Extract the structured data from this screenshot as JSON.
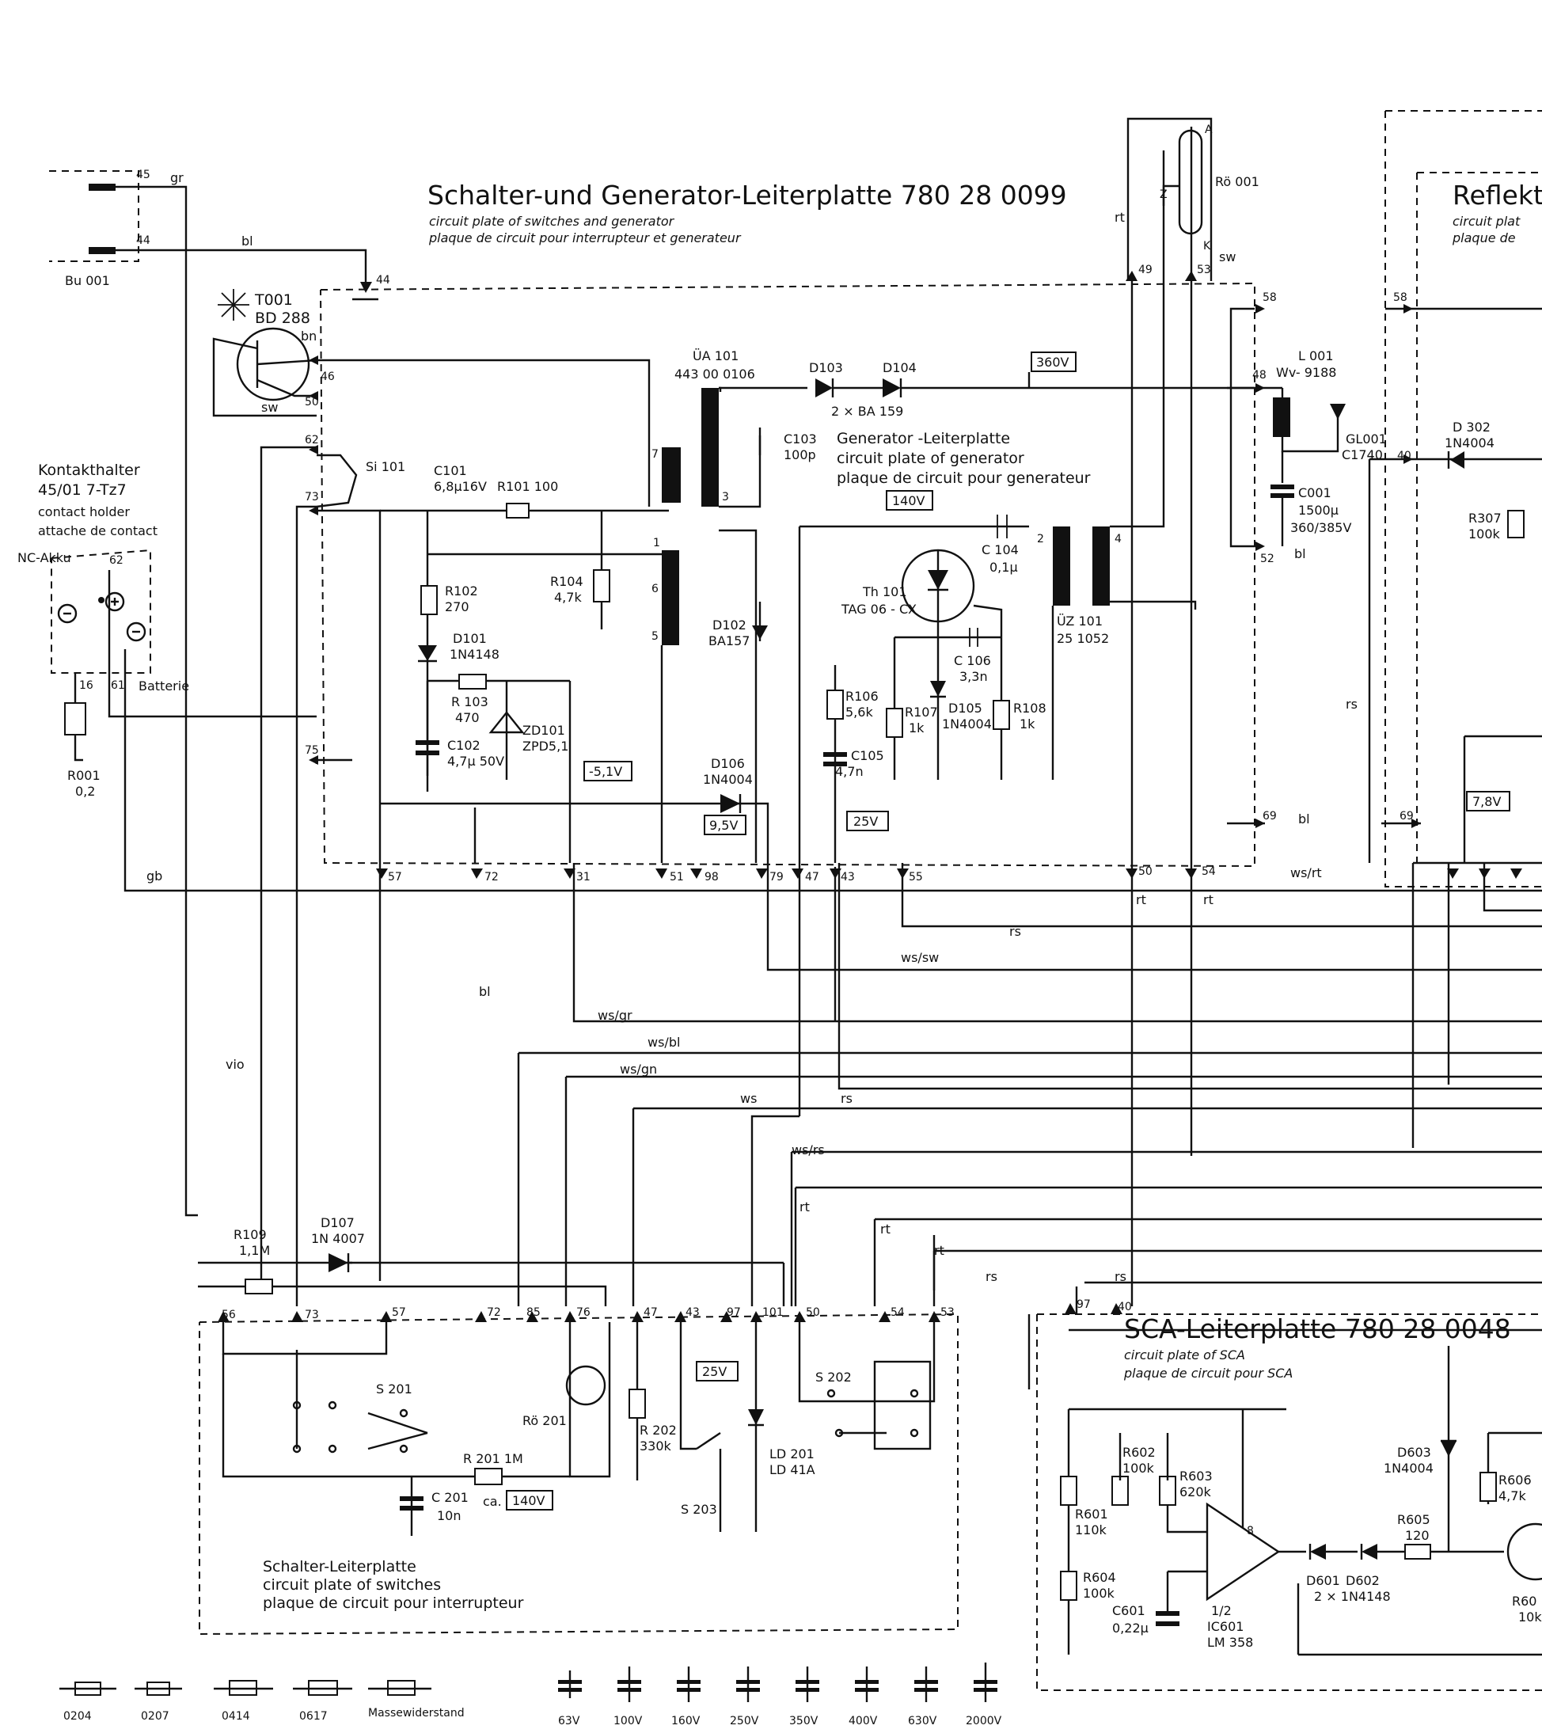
{
  "titles": {
    "generator_board": "Schalter-und Generator-Leiterplatte 780 28 0099",
    "generator_board_en": "circuit plate of switches and generator",
    "generator_board_fr": "plaque de circuit pour interrupteur et generateur",
    "generator_sub": "Generator -Leiterplatte",
    "generator_sub_en": "circuit plate of generator",
    "generator_sub_fr": "plaque de circuit pour generateur",
    "reflector_board": "Reflekt",
    "reflector_board_en": "circuit plat",
    "reflector_board_fr": "plaque de",
    "sca_board": "SCA-Leiterplatte 780 28 0048",
    "sca_board_en": "circuit plate of SCA",
    "sca_board_fr": "plaque de circuit pour SCA",
    "switch_board": "Schalter-Leiterplatte",
    "switch_board_en": "circuit plate of switches",
    "switch_board_fr": "plaque de circuit pour interrupteur"
  },
  "contact_holder": {
    "title": "Kontakthalter",
    "part": "45/01 7-Tz7",
    "en": "contact holder",
    "fr": "attache de contact",
    "accu": "NC-Akku",
    "battery": "Batterie"
  },
  "components": {
    "bu001": "Bu 001",
    "t001": "T001",
    "t001_type": "BD 288",
    "si101": "Si 101",
    "c101": "C101",
    "c101_val": "6,8µ16V",
    "r101": "R101 100",
    "ua101": "ÜA 101",
    "ua101_part": "443 00 0106",
    "d103": "D103",
    "d104": "D104",
    "d103_104_type": "2 × BA 159",
    "c103": "C103",
    "c103_val": "100p",
    "r104": "R104",
    "r104_val": "4,7k",
    "r102": "R102",
    "r102_val": "270",
    "d101": "D101",
    "d101_type": "1N4148",
    "r103": "R 103",
    "r103_val": "470",
    "c102": "C102",
    "c102_val": "4,7µ 50V",
    "zd101": "ZD101",
    "zd101_type": "ZPD5,1",
    "d102": "D102",
    "d102_type": "BA157",
    "d106": "D106",
    "d106_type": "1N4004",
    "th101": "Th 101",
    "th101_type": "TAG 06 - CX",
    "c104": "C 104",
    "c104_val": "0,1µ",
    "uz101": "ÜZ 101",
    "uz101_part": "25 1052",
    "c106": "C 106",
    "c106_val": "3,3n",
    "r106": "R106",
    "r106_val": "5,6k",
    "r107": "R107",
    "r107_val": "1k",
    "d105": "D105",
    "d105_type": "1N4004",
    "r108": "R108",
    "r108_val": "1k",
    "c105": "C105",
    "c105_val": "4,7n",
    "ro001": "Rö 001",
    "l001": "L 001",
    "l001_part": "Wv- 9188",
    "gl001": "GL001",
    "gl001_part": "C1740",
    "c001": "C001",
    "c001_val": "1500µ",
    "c001_volt": "360/385V",
    "d302": "D 302",
    "d302_type": "1N4004",
    "r307": "R307",
    "r307_val": "100k",
    "r001": "R001",
    "r001_val": "0,2",
    "r109": "R109",
    "r109_val": "1,1M",
    "d107": "D107",
    "d107_type": "1N 4007",
    "s201": "S 201",
    "ro201": "Rö 201",
    "r201": "R 201 1M",
    "c201": "C 201",
    "c201_val": "10n",
    "ca": "ca.",
    "r202": "R 202",
    "r202_val": "330k",
    "s203": "S 203",
    "ld201": "LD 201",
    "ld201_type": "LD 41A",
    "s202": "S 202",
    "r601": "R601",
    "r601_val": "110k",
    "r602": "R602",
    "r602_val": "100k",
    "r603": "R603",
    "r603_val": "620k",
    "r604": "R604",
    "r604_val": "100k",
    "c601": "C601",
    "c601_val": "0,22µ",
    "ic601_half": "1/2",
    "ic601": "IC601",
    "ic601_type": "LM 358",
    "d601": "D601",
    "d602": "D602",
    "d601_602_type": "2 × 1N4148",
    "d603": "D603",
    "d603_type": "1N4004",
    "r605": "R605",
    "r605_val": "120",
    "r606": "R606",
    "r606_val": "4,7k",
    "r60x_cut": "R60",
    "r60x_val_cut": "10k"
  },
  "voltages": {
    "v360": "360V",
    "v140": "140V",
    "vm51": "-5,1V",
    "v95": "9,5V",
    "v25": "25V",
    "v78": "7,8V",
    "v25b": "25V",
    "v140b": "140V"
  },
  "wires": {
    "gr": "gr",
    "bl": "bl",
    "bn": "bn",
    "sw": "sw",
    "vio": "vio",
    "rt": "rt",
    "rs": "rs",
    "gb": "gb",
    "ws_rt": "ws/rt",
    "ws_sw": "ws/sw",
    "ws_gr": "ws/gr",
    "ws_bl": "ws/bl",
    "ws_gn": "ws/gn",
    "ws": "ws",
    "ws_rs": "ws/rs"
  },
  "pins": [
    "45",
    "44",
    "46",
    "50",
    "62",
    "73",
    "75",
    "57",
    "72",
    "31",
    "51",
    "98",
    "79",
    "47",
    "43",
    "55",
    "49",
    "53",
    "58",
    "48",
    "52",
    "69",
    "54",
    "40",
    "56",
    "85",
    "76",
    "97",
    "101",
    "53",
    "61",
    "16",
    "A",
    "K",
    "Z",
    "1",
    "2",
    "3",
    "4",
    "5",
    "6",
    "7",
    "8"
  ],
  "legend": {
    "resistors": [
      "0204",
      "0207",
      "0414",
      "0617"
    ],
    "mass_resistor": "Massewiderstand",
    "capacitor_voltages": [
      "63V",
      "100V",
      "160V",
      "250V",
      "350V",
      "400V",
      "630V",
      "2000V"
    ]
  }
}
